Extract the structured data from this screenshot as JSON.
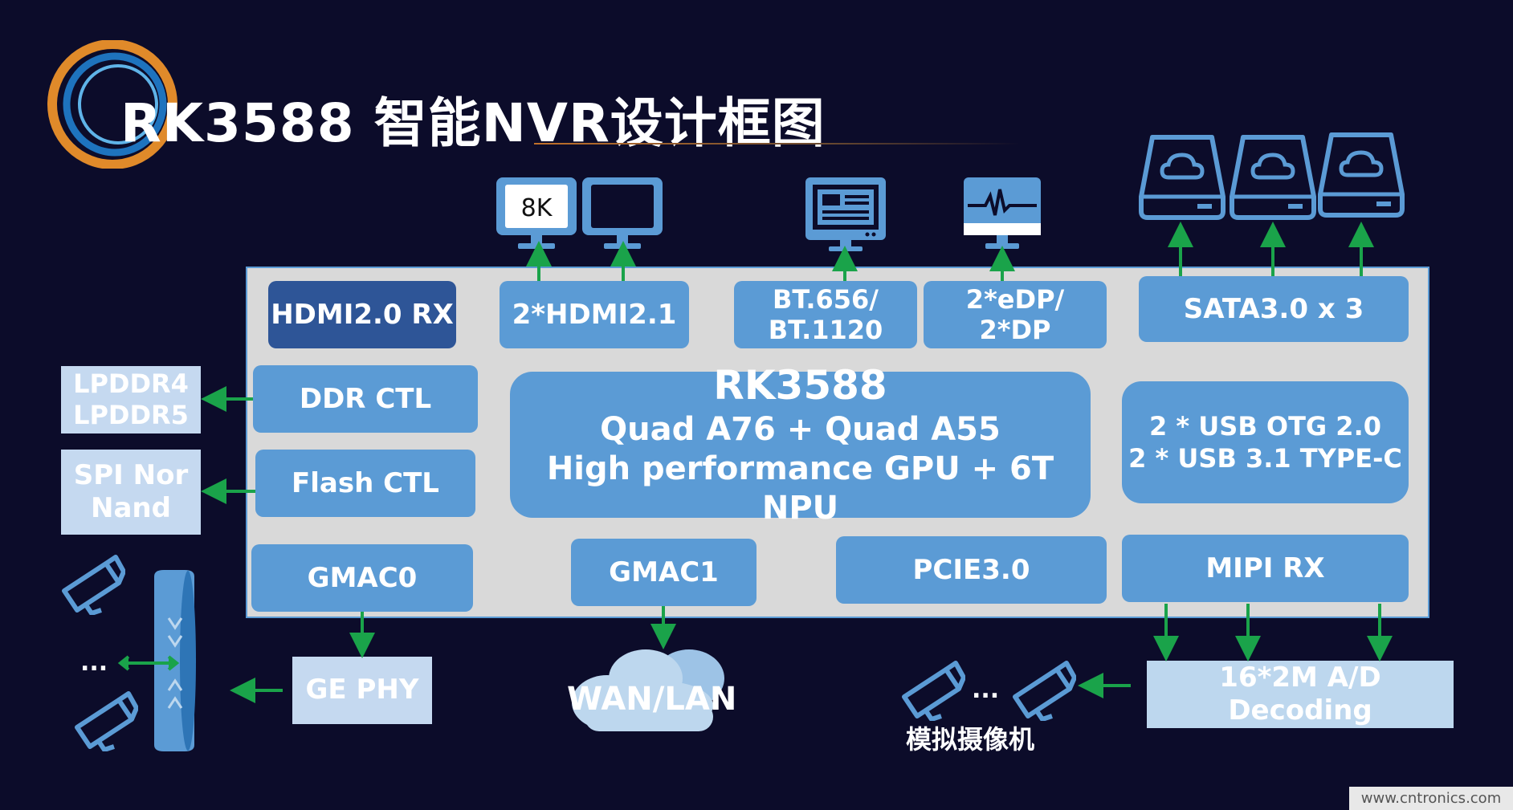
{
  "title": "RK3588  智能NVR设计框图",
  "blocks": {
    "hdmi_rx": "HDMI2.0 RX",
    "hdmi_tx": "2*HDMI2.1",
    "bt656": "BT.656/\nBT.1120",
    "edp": "2*eDP/\n2*DP",
    "sata": "SATA3.0 x 3",
    "ddr_ctl": "DDR CTL",
    "flash_ctl": "Flash CTL",
    "soc_name": "RK3588",
    "soc_cpu": "Quad A76 + Quad A55",
    "soc_gpu": "High performance GPU + 6T NPU",
    "usb": "2 * USB OTG 2.0\n2 * USB 3.1 TYPE-C",
    "gmac0": "GMAC0",
    "gmac1": "GMAC1",
    "pcie": "PCIE3.0",
    "mipi_rx": "MIPI RX"
  },
  "external": {
    "lpddr": "LPDDR4\nLPDDR5",
    "spi": "SPI Nor\nNand",
    "ge_phy": "GE PHY",
    "wan_lan": "WAN/LAN",
    "ad_decoding": "16*2M A/D Decoding",
    "analog_camera_label": "模拟摄像机",
    "monitor_8k_label": "8K",
    "ellipsis_left": "...",
    "ellipsis_right": "..."
  },
  "icons": [
    "logo-ring-icon",
    "monitor-8k-icon",
    "monitor-icon",
    "display-text-icon",
    "monitor-waveform-icon",
    "cloud-disk-icon",
    "camera-icon",
    "router-icon",
    "cloud-icon"
  ],
  "watermark": "www.cntronics.com",
  "colors": {
    "background": "#0c0c2a",
    "block": "#5b9bd5",
    "block_dark": "#2e5597",
    "panel": "#d9d9d9",
    "external": "#c5d9f0",
    "arrow": "#1aa34a"
  }
}
